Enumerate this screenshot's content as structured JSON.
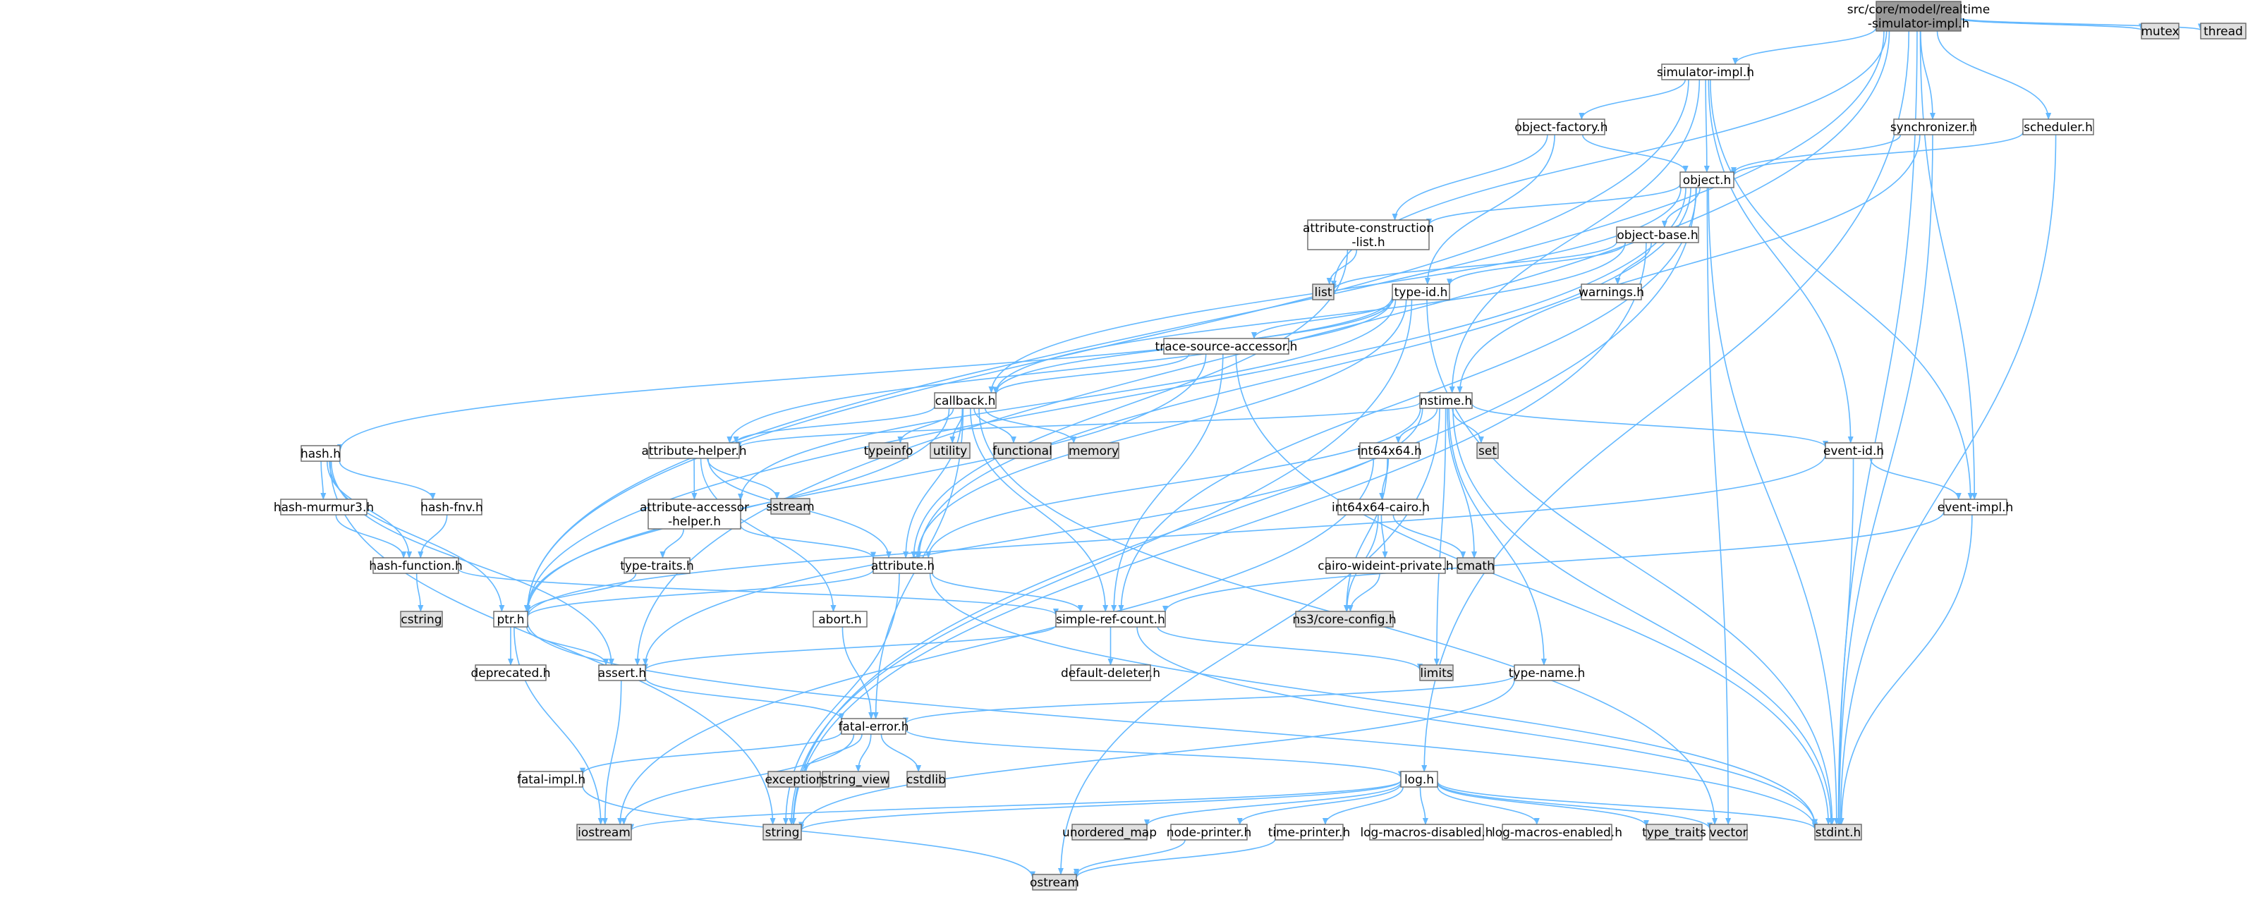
{
  "diagram": {
    "title": "src/core/model/realtime-simulator-impl.h include dependency graph",
    "colors": {
      "root_fill": "#999999",
      "local_fill": "#ffffff",
      "system_fill": "#e0e0e0",
      "border": "#666666",
      "edge": "#63b8ff"
    },
    "nodes": [
      {
        "id": "root",
        "lines": [
          "src/core/model/realtime",
          "-simulator-impl.h"
        ],
        "kind": "root"
      },
      {
        "id": "simulator-impl",
        "lines": [
          "simulator-impl.h"
        ],
        "kind": "local"
      },
      {
        "id": "mutex",
        "lines": [
          "mutex"
        ],
        "kind": "system"
      },
      {
        "id": "thread",
        "lines": [
          "thread"
        ],
        "kind": "system"
      },
      {
        "id": "synchronizer",
        "lines": [
          "synchronizer.h"
        ],
        "kind": "local"
      },
      {
        "id": "scheduler",
        "lines": [
          "scheduler.h"
        ],
        "kind": "local"
      },
      {
        "id": "object-factory",
        "lines": [
          "object-factory.h"
        ],
        "kind": "local"
      },
      {
        "id": "object",
        "lines": [
          "object.h"
        ],
        "kind": "local"
      },
      {
        "id": "attr-constr",
        "lines": [
          "attribute-construction",
          "-list.h"
        ],
        "kind": "local"
      },
      {
        "id": "object-base",
        "lines": [
          "object-base.h"
        ],
        "kind": "local"
      },
      {
        "id": "list",
        "lines": [
          "list"
        ],
        "kind": "system"
      },
      {
        "id": "warnings",
        "lines": [
          "warnings.h"
        ],
        "kind": "local"
      },
      {
        "id": "type-id",
        "lines": [
          "type-id.h"
        ],
        "kind": "local"
      },
      {
        "id": "trace-source",
        "lines": [
          "trace-source-accessor.h"
        ],
        "kind": "local"
      },
      {
        "id": "callback",
        "lines": [
          "callback.h"
        ],
        "kind": "local"
      },
      {
        "id": "nstime",
        "lines": [
          "nstime.h"
        ],
        "kind": "local"
      },
      {
        "id": "typeinfo",
        "lines": [
          "typeinfo"
        ],
        "kind": "system"
      },
      {
        "id": "utility",
        "lines": [
          "utility"
        ],
        "kind": "system"
      },
      {
        "id": "functional",
        "lines": [
          "functional"
        ],
        "kind": "system"
      },
      {
        "id": "memory",
        "lines": [
          "memory"
        ],
        "kind": "system"
      },
      {
        "id": "hash",
        "lines": [
          "hash.h"
        ],
        "kind": "local"
      },
      {
        "id": "attr-helper",
        "lines": [
          "attribute-helper.h"
        ],
        "kind": "local"
      },
      {
        "id": "sstream",
        "lines": [
          "sstream"
        ],
        "kind": "system"
      },
      {
        "id": "int64x64",
        "lines": [
          "int64x64.h"
        ],
        "kind": "local"
      },
      {
        "id": "set",
        "lines": [
          "set"
        ],
        "kind": "system"
      },
      {
        "id": "event-id",
        "lines": [
          "event-id.h"
        ],
        "kind": "local"
      },
      {
        "id": "hash-murmur3",
        "lines": [
          "hash-murmur3.h"
        ],
        "kind": "local"
      },
      {
        "id": "hash-fnv",
        "lines": [
          "hash-fnv.h"
        ],
        "kind": "local"
      },
      {
        "id": "attr-accessor",
        "lines": [
          "attribute-accessor",
          "-helper.h"
        ],
        "kind": "local"
      },
      {
        "id": "int64x64-cairo",
        "lines": [
          "int64x64-cairo.h"
        ],
        "kind": "local"
      },
      {
        "id": "event-impl",
        "lines": [
          "event-impl.h"
        ],
        "kind": "local"
      },
      {
        "id": "hash-function",
        "lines": [
          "hash-function.h"
        ],
        "kind": "local"
      },
      {
        "id": "type-traits-h",
        "lines": [
          "type-traits.h"
        ],
        "kind": "local"
      },
      {
        "id": "attribute",
        "lines": [
          "attribute.h"
        ],
        "kind": "local"
      },
      {
        "id": "cairo-wideint",
        "lines": [
          "cairo-wideint-private.h"
        ],
        "kind": "local"
      },
      {
        "id": "cmath",
        "lines": [
          "cmath"
        ],
        "kind": "system"
      },
      {
        "id": "cstring",
        "lines": [
          "cstring"
        ],
        "kind": "system"
      },
      {
        "id": "ptr",
        "lines": [
          "ptr.h"
        ],
        "kind": "local"
      },
      {
        "id": "abort",
        "lines": [
          "abort.h"
        ],
        "kind": "local"
      },
      {
        "id": "simple-ref",
        "lines": [
          "simple-ref-count.h"
        ],
        "kind": "local"
      },
      {
        "id": "core-config",
        "lines": [
          "ns3/core-config.h"
        ],
        "kind": "system"
      },
      {
        "id": "deprecated",
        "lines": [
          "deprecated.h"
        ],
        "kind": "local"
      },
      {
        "id": "assert",
        "lines": [
          "assert.h"
        ],
        "kind": "local"
      },
      {
        "id": "default-deleter",
        "lines": [
          "default-deleter.h"
        ],
        "kind": "local"
      },
      {
        "id": "limits",
        "lines": [
          "limits"
        ],
        "kind": "system"
      },
      {
        "id": "type-name",
        "lines": [
          "type-name.h"
        ],
        "kind": "local"
      },
      {
        "id": "fatal-error",
        "lines": [
          "fatal-error.h"
        ],
        "kind": "local"
      },
      {
        "id": "exception",
        "lines": [
          "exception"
        ],
        "kind": "system"
      },
      {
        "id": "string_view",
        "lines": [
          "string_view"
        ],
        "kind": "system"
      },
      {
        "id": "cstdlib",
        "lines": [
          "cstdlib"
        ],
        "kind": "system"
      },
      {
        "id": "fatal-impl",
        "lines": [
          "fatal-impl.h"
        ],
        "kind": "local"
      },
      {
        "id": "log",
        "lines": [
          "log.h"
        ],
        "kind": "local"
      },
      {
        "id": "iostream",
        "lines": [
          "iostream"
        ],
        "kind": "system"
      },
      {
        "id": "string",
        "lines": [
          "string"
        ],
        "kind": "system"
      },
      {
        "id": "unordered_map",
        "lines": [
          "unordered_map"
        ],
        "kind": "system"
      },
      {
        "id": "node-printer",
        "lines": [
          "node-printer.h"
        ],
        "kind": "local"
      },
      {
        "id": "time-printer",
        "lines": [
          "time-printer.h"
        ],
        "kind": "local"
      },
      {
        "id": "log-macros-disabled",
        "lines": [
          "log-macros-disabled.h"
        ],
        "kind": "local"
      },
      {
        "id": "log-macros-enabled",
        "lines": [
          "log-macros-enabled.h"
        ],
        "kind": "local"
      },
      {
        "id": "type_traits",
        "lines": [
          "type_traits"
        ],
        "kind": "system"
      },
      {
        "id": "vector",
        "lines": [
          "vector"
        ],
        "kind": "system"
      },
      {
        "id": "stdint",
        "lines": [
          "stdint.h"
        ],
        "kind": "system"
      },
      {
        "id": "ostream",
        "lines": [
          "ostream"
        ],
        "kind": "system"
      }
    ],
    "edges": [
      [
        "root",
        "simulator-impl"
      ],
      [
        "root",
        "mutex"
      ],
      [
        "root",
        "thread"
      ],
      [
        "root",
        "synchronizer"
      ],
      [
        "root",
        "scheduler"
      ],
      [
        "root",
        "list"
      ],
      [
        "root",
        "event-impl"
      ],
      [
        "root",
        "log"
      ],
      [
        "root",
        "stdint"
      ],
      [
        "root",
        "ptr"
      ],
      [
        "root",
        "assert"
      ],
      [
        "simulator-impl",
        "object-factory"
      ],
      [
        "simulator-impl",
        "object"
      ],
      [
        "simulator-impl",
        "nstime"
      ],
      [
        "simulator-impl",
        "event-id"
      ],
      [
        "simulator-impl",
        "event-impl"
      ],
      [
        "simulator-impl",
        "ptr"
      ],
      [
        "synchronizer",
        "object"
      ],
      [
        "synchronizer",
        "nstime"
      ],
      [
        "synchronizer",
        "stdint"
      ],
      [
        "scheduler",
        "object"
      ],
      [
        "scheduler",
        "stdint"
      ],
      [
        "object-factory",
        "object"
      ],
      [
        "object-factory",
        "attr-constr"
      ],
      [
        "object-factory",
        "type-id"
      ],
      [
        "object",
        "object-base"
      ],
      [
        "object",
        "attr-constr"
      ],
      [
        "object",
        "attribute"
      ],
      [
        "object",
        "ptr"
      ],
      [
        "object",
        "simple-ref"
      ],
      [
        "object",
        "vector"
      ],
      [
        "object",
        "stdint"
      ],
      [
        "object",
        "string"
      ],
      [
        "object",
        "callback"
      ],
      [
        "attr-constr",
        "list"
      ],
      [
        "attr-constr",
        "attribute"
      ],
      [
        "object-base",
        "type-id"
      ],
      [
        "object-base",
        "warnings"
      ],
      [
        "object-base",
        "list"
      ],
      [
        "object-base",
        "callback"
      ],
      [
        "object-base",
        "string"
      ],
      [
        "type-id",
        "trace-source"
      ],
      [
        "type-id",
        "callback"
      ],
      [
        "type-id",
        "attr-helper"
      ],
      [
        "type-id",
        "attribute"
      ],
      [
        "type-id",
        "hash"
      ],
      [
        "type-id",
        "attr-accessor"
      ],
      [
        "type-id",
        "stdint"
      ],
      [
        "type-id",
        "string"
      ],
      [
        "trace-source",
        "callback"
      ],
      [
        "trace-source",
        "simple-ref"
      ],
      [
        "trace-source",
        "ptr"
      ],
      [
        "trace-source",
        "stdint"
      ],
      [
        "callback",
        "typeinfo"
      ],
      [
        "callback",
        "utility"
      ],
      [
        "callback",
        "functional"
      ],
      [
        "callback",
        "memory"
      ],
      [
        "callback",
        "attr-helper"
      ],
      [
        "callback",
        "attribute"
      ],
      [
        "callback",
        "ptr"
      ],
      [
        "callback",
        "simple-ref"
      ],
      [
        "callback",
        "fatal-error"
      ],
      [
        "callback",
        "vector"
      ],
      [
        "nstime",
        "attr-helper"
      ],
      [
        "nstime",
        "int64x64"
      ],
      [
        "nstime",
        "set"
      ],
      [
        "nstime",
        "event-id"
      ],
      [
        "nstime",
        "attribute"
      ],
      [
        "nstime",
        "assert"
      ],
      [
        "nstime",
        "cmath"
      ],
      [
        "nstime",
        "limits"
      ],
      [
        "nstime",
        "type-name"
      ],
      [
        "nstime",
        "stdint"
      ],
      [
        "nstime",
        "ostream"
      ],
      [
        "hash",
        "hash-murmur3"
      ],
      [
        "hash",
        "hash-fnv"
      ],
      [
        "hash",
        "hash-function"
      ],
      [
        "hash",
        "ptr"
      ],
      [
        "hash",
        "assert"
      ],
      [
        "hash",
        "string"
      ],
      [
        "attr-helper",
        "attr-accessor"
      ],
      [
        "attr-helper",
        "sstream"
      ],
      [
        "attr-helper",
        "attribute"
      ],
      [
        "attr-helper",
        "abort"
      ],
      [
        "int64x64",
        "int64x64-cairo"
      ],
      [
        "int64x64",
        "core-config"
      ],
      [
        "int64x64",
        "iostream"
      ],
      [
        "event-id",
        "event-impl"
      ],
      [
        "event-id",
        "ptr"
      ],
      [
        "event-id",
        "stdint"
      ],
      [
        "hash-murmur3",
        "hash-function"
      ],
      [
        "hash-fnv",
        "hash-function"
      ],
      [
        "hash-function",
        "cstring"
      ],
      [
        "hash-function",
        "simple-ref"
      ],
      [
        "attr-accessor",
        "type-traits-h"
      ],
      [
        "attr-accessor",
        "attribute"
      ],
      [
        "int64x64-cairo",
        "cairo-wideint"
      ],
      [
        "int64x64-cairo",
        "cmath"
      ],
      [
        "int64x64-cairo",
        "core-config"
      ],
      [
        "event-impl",
        "simple-ref"
      ],
      [
        "event-impl",
        "stdint"
      ],
      [
        "type-traits-h",
        "ptr"
      ],
      [
        "attribute",
        "ptr"
      ],
      [
        "attribute",
        "simple-ref"
      ],
      [
        "attribute",
        "string"
      ],
      [
        "attribute",
        "stdint"
      ],
      [
        "cairo-wideint",
        "core-config"
      ],
      [
        "ptr",
        "deprecated"
      ],
      [
        "ptr",
        "assert"
      ],
      [
        "ptr",
        "iostream"
      ],
      [
        "ptr",
        "stdint"
      ],
      [
        "abort",
        "fatal-error"
      ],
      [
        "simple-ref",
        "default-deleter"
      ],
      [
        "simple-ref",
        "assert"
      ],
      [
        "simple-ref",
        "limits"
      ],
      [
        "simple-ref",
        "stdint"
      ],
      [
        "assert",
        "fatal-error"
      ],
      [
        "assert",
        "iostream"
      ],
      [
        "type-name",
        "fatal-error"
      ],
      [
        "type-name",
        "string"
      ],
      [
        "fatal-error",
        "exception"
      ],
      [
        "fatal-error",
        "string_view"
      ],
      [
        "fatal-error",
        "cstdlib"
      ],
      [
        "fatal-error",
        "fatal-impl"
      ],
      [
        "fatal-error",
        "log"
      ],
      [
        "fatal-error",
        "iostream"
      ],
      [
        "fatal-impl",
        "ostream"
      ],
      [
        "log",
        "iostream"
      ],
      [
        "log",
        "string"
      ],
      [
        "log",
        "unordered_map"
      ],
      [
        "log",
        "node-printer"
      ],
      [
        "log",
        "time-printer"
      ],
      [
        "log",
        "log-macros-disabled"
      ],
      [
        "log",
        "log-macros-enabled"
      ],
      [
        "log",
        "type_traits"
      ],
      [
        "log",
        "vector"
      ],
      [
        "log",
        "stdint"
      ],
      [
        "node-printer",
        "ostream"
      ],
      [
        "time-printer",
        "ostream"
      ]
    ]
  }
}
